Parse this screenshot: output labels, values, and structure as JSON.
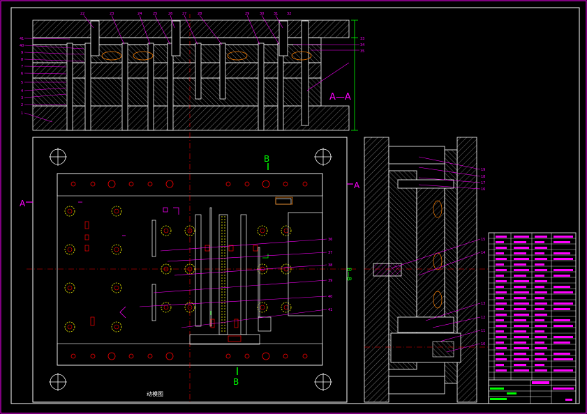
{
  "colors": {
    "background": "#000000",
    "border": "#ffffff",
    "leader": "#ff00ff",
    "green": "#00ff00",
    "red": "#ff0000",
    "yellow": "#ffff00",
    "orange": "#ff8000"
  },
  "section_labels": {
    "aa_top": "A—A",
    "a_left": "A",
    "a_right": "A",
    "b_top": "B",
    "b_bottom": "B",
    "bb_mid": "B—B"
  },
  "plan_view_caption": "动模图",
  "top_view_callouts": [
    "22",
    "23",
    "24",
    "25",
    "26",
    "27",
    "28",
    "29",
    "30",
    "31",
    "32"
  ],
  "top_view_left_callouts": [
    "41",
    "40",
    "9",
    "8",
    "7",
    "6",
    "5",
    "4",
    "3",
    "2",
    "1"
  ],
  "top_view_right_callouts": [
    "33",
    "34",
    "35"
  ],
  "plan_view_callouts": [
    "36",
    "37",
    "38",
    "39",
    "40",
    "41"
  ],
  "side_view_callouts": [
    "19",
    "18",
    "17",
    "16",
    "15",
    "14",
    "13",
    "12",
    "11",
    "10"
  ]
}
